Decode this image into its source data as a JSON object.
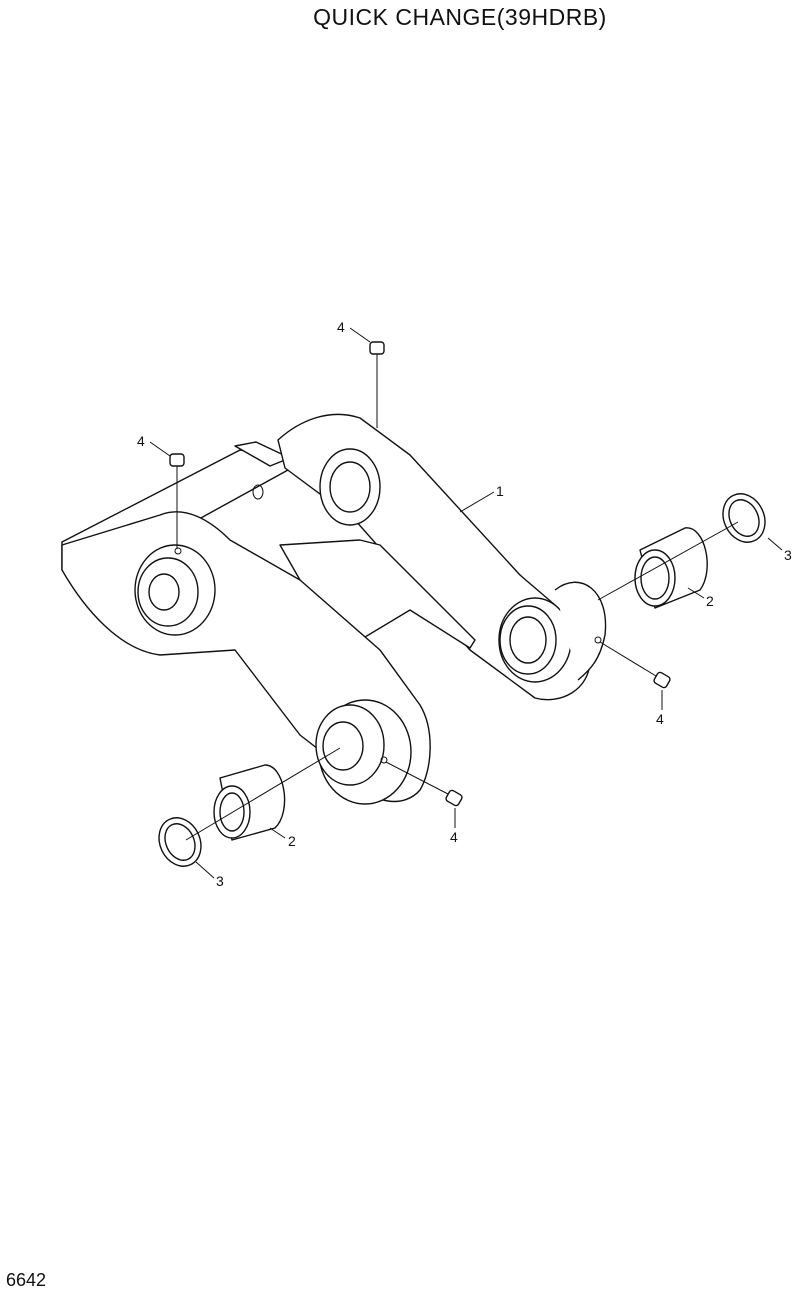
{
  "title": "QUICK CHANGE(39HDRB)",
  "page_number": "6642",
  "callouts": {
    "frame": "1",
    "bushing_right": "2",
    "bushing_left": "2",
    "seal_right": "3",
    "seal_left": "3",
    "grease_top": "4",
    "grease_left": "4",
    "grease_right": "4",
    "grease_bottom": "4"
  }
}
